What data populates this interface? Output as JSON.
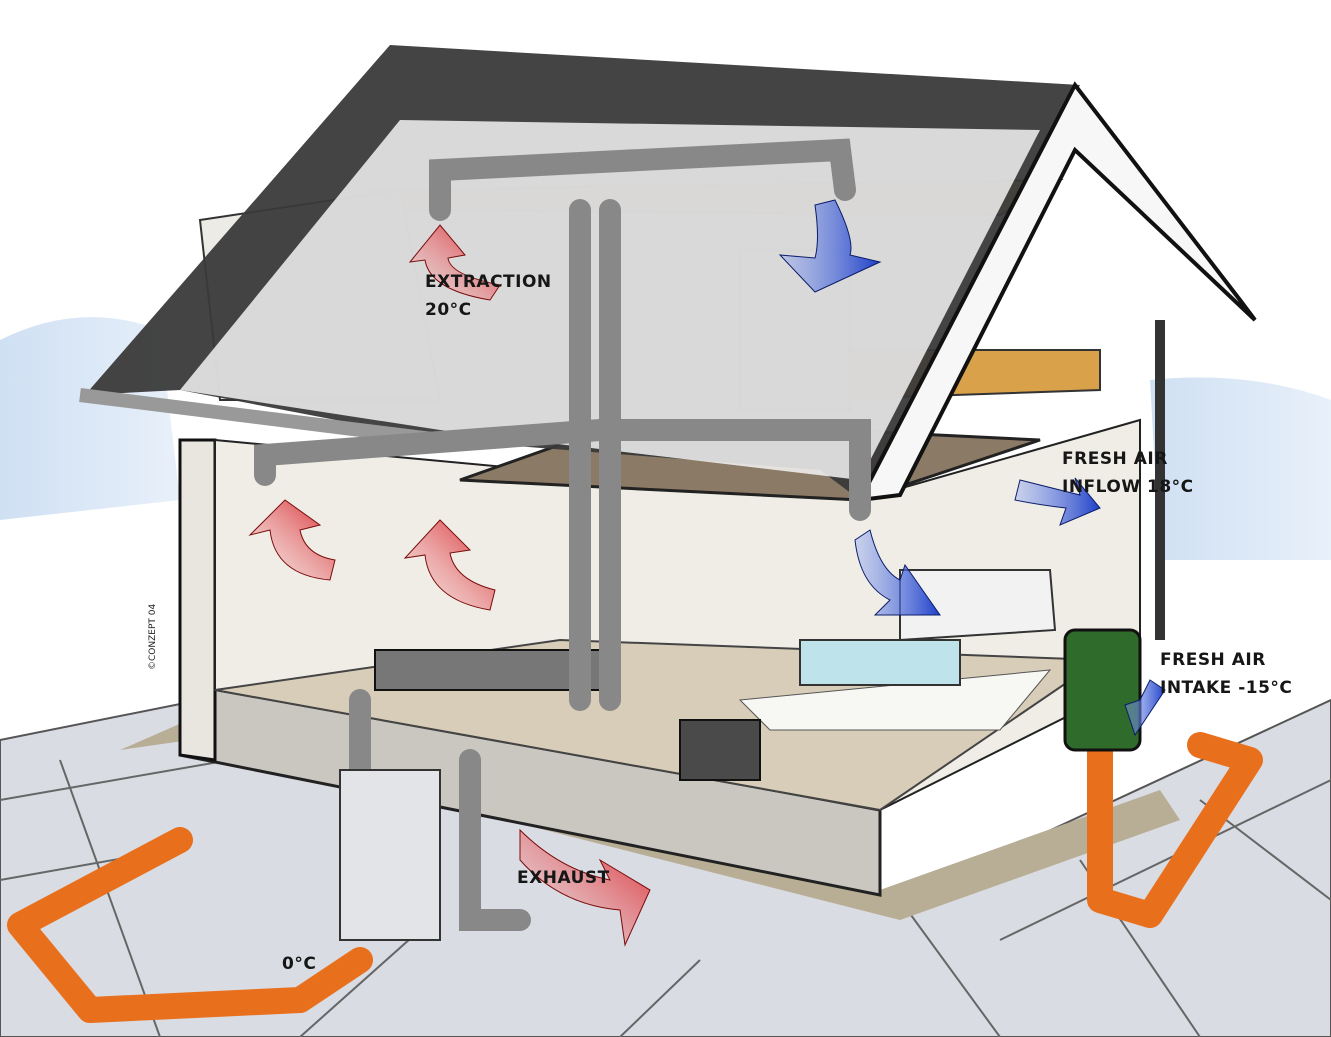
{
  "labels": {
    "extraction": "EXTRACTION",
    "extraction_temp": "20°C",
    "inflow_title": "FRESH AIR",
    "inflow_temp": "INFLOW 18°C",
    "intake_title": "FRESH AIR",
    "intake_temp": "INTAKE -15°C",
    "exhaust": "EXHAUST",
    "ground_temp": "0°C"
  },
  "signature": "©CONZEPT 04",
  "colors": {
    "extraction_arrow": "#d8232a",
    "fresh_air_arrow": "#1e3fc8",
    "ground_pipe": "#e8701c",
    "roof": "#3a3a3a",
    "intake_unit": "#2f6b2a"
  }
}
